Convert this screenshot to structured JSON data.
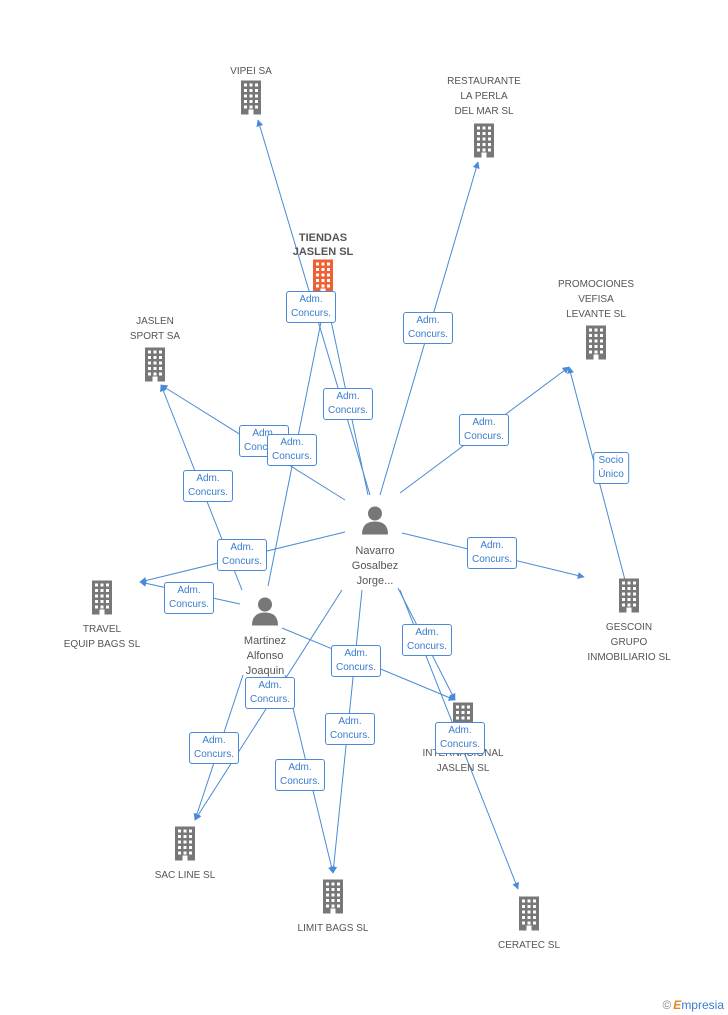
{
  "colors": {
    "edge": "#4a8ad6",
    "building": "#777777",
    "highlight": "#ef6032",
    "person": "#777777"
  },
  "nodes": [
    {
      "id": "vipei",
      "type": "company",
      "label": "VIPEI SA"
    },
    {
      "id": "restaurante",
      "type": "company",
      "label": "RESTAURANTE\nLA PERLA\nDEL MAR SL"
    },
    {
      "id": "tiendas",
      "type": "company",
      "label": "TIENDAS\nJASLEN SL",
      "highlight": true
    },
    {
      "id": "promociones",
      "type": "company",
      "label": "PROMOCIONES\nVEFISA\nLEVANTE SL"
    },
    {
      "id": "jaslen_sport",
      "type": "company",
      "label": "JASLEN\nSPORT SA"
    },
    {
      "id": "travel",
      "type": "company",
      "label": "TRAVEL\nEQUIP BAGS SL"
    },
    {
      "id": "gescoin",
      "type": "company",
      "label": "GESCOIN\nGRUPO\nINMOBILIARIO SL"
    },
    {
      "id": "internacional",
      "type": "company",
      "label": "INTERNACIONAL\nJASLEN SL"
    },
    {
      "id": "sac_line",
      "type": "company",
      "label": "SAC LINE SL"
    },
    {
      "id": "limit_bags",
      "type": "company",
      "label": "LIMIT BAGS SL"
    },
    {
      "id": "ceratec",
      "type": "company",
      "label": "CERATEC SL"
    },
    {
      "id": "navarro",
      "type": "person",
      "label": "Navarro\nGosalbez\nJorge..."
    },
    {
      "id": "martinez",
      "type": "person",
      "label": "Martinez\nAlfonso\nJoaquin"
    }
  ],
  "edges": [
    {
      "from": "navarro",
      "to": "vipei",
      "label": "Adm.\nConcurs."
    },
    {
      "from": "navarro",
      "to": "restaurante",
      "label": "Adm.\nConcurs."
    },
    {
      "from": "navarro",
      "to": "tiendas",
      "label": "Adm.\nConcurs."
    },
    {
      "from": "navarro",
      "to": "promociones",
      "label": "Adm.\nConcurs."
    },
    {
      "from": "navarro",
      "to": "jaslen_sport",
      "label": "Adm.\nConcurs."
    },
    {
      "from": "navarro",
      "to": "travel",
      "label": "Adm.\nConcurs."
    },
    {
      "from": "navarro",
      "to": "gescoin",
      "label": "Adm.\nConcurs."
    },
    {
      "from": "navarro",
      "to": "internacional",
      "label": "Adm.\nConcurs."
    },
    {
      "from": "navarro",
      "to": "ceratec",
      "label": "Adm.\nConcurs."
    },
    {
      "from": "navarro",
      "to": "limit_bags",
      "label": "Adm.\nConcurs."
    },
    {
      "from": "navarro",
      "to": "sac_line",
      "label": "Adm.\nConcurs."
    },
    {
      "from": "martinez",
      "to": "tiendas",
      "label": "Adm.\nConcurs."
    },
    {
      "from": "martinez",
      "to": "jaslen_sport",
      "label": "Adm.\nConcurs."
    },
    {
      "from": "martinez",
      "to": "travel",
      "label": "Adm.\nConcurs."
    },
    {
      "from": "martinez",
      "to": "internacional",
      "label": "Adm.\nConcurs."
    },
    {
      "from": "martinez",
      "to": "sac_line",
      "label": "Adm.\nConcurs."
    },
    {
      "from": "martinez",
      "to": "limit_bags",
      "label": "Adm.\nConcurs."
    },
    {
      "from": "gescoin",
      "to": "promociones",
      "label": "Socio\nÚnico"
    }
  ],
  "brand": {
    "copyright": "©",
    "first_letter": "E",
    "rest": "mpresia"
  }
}
